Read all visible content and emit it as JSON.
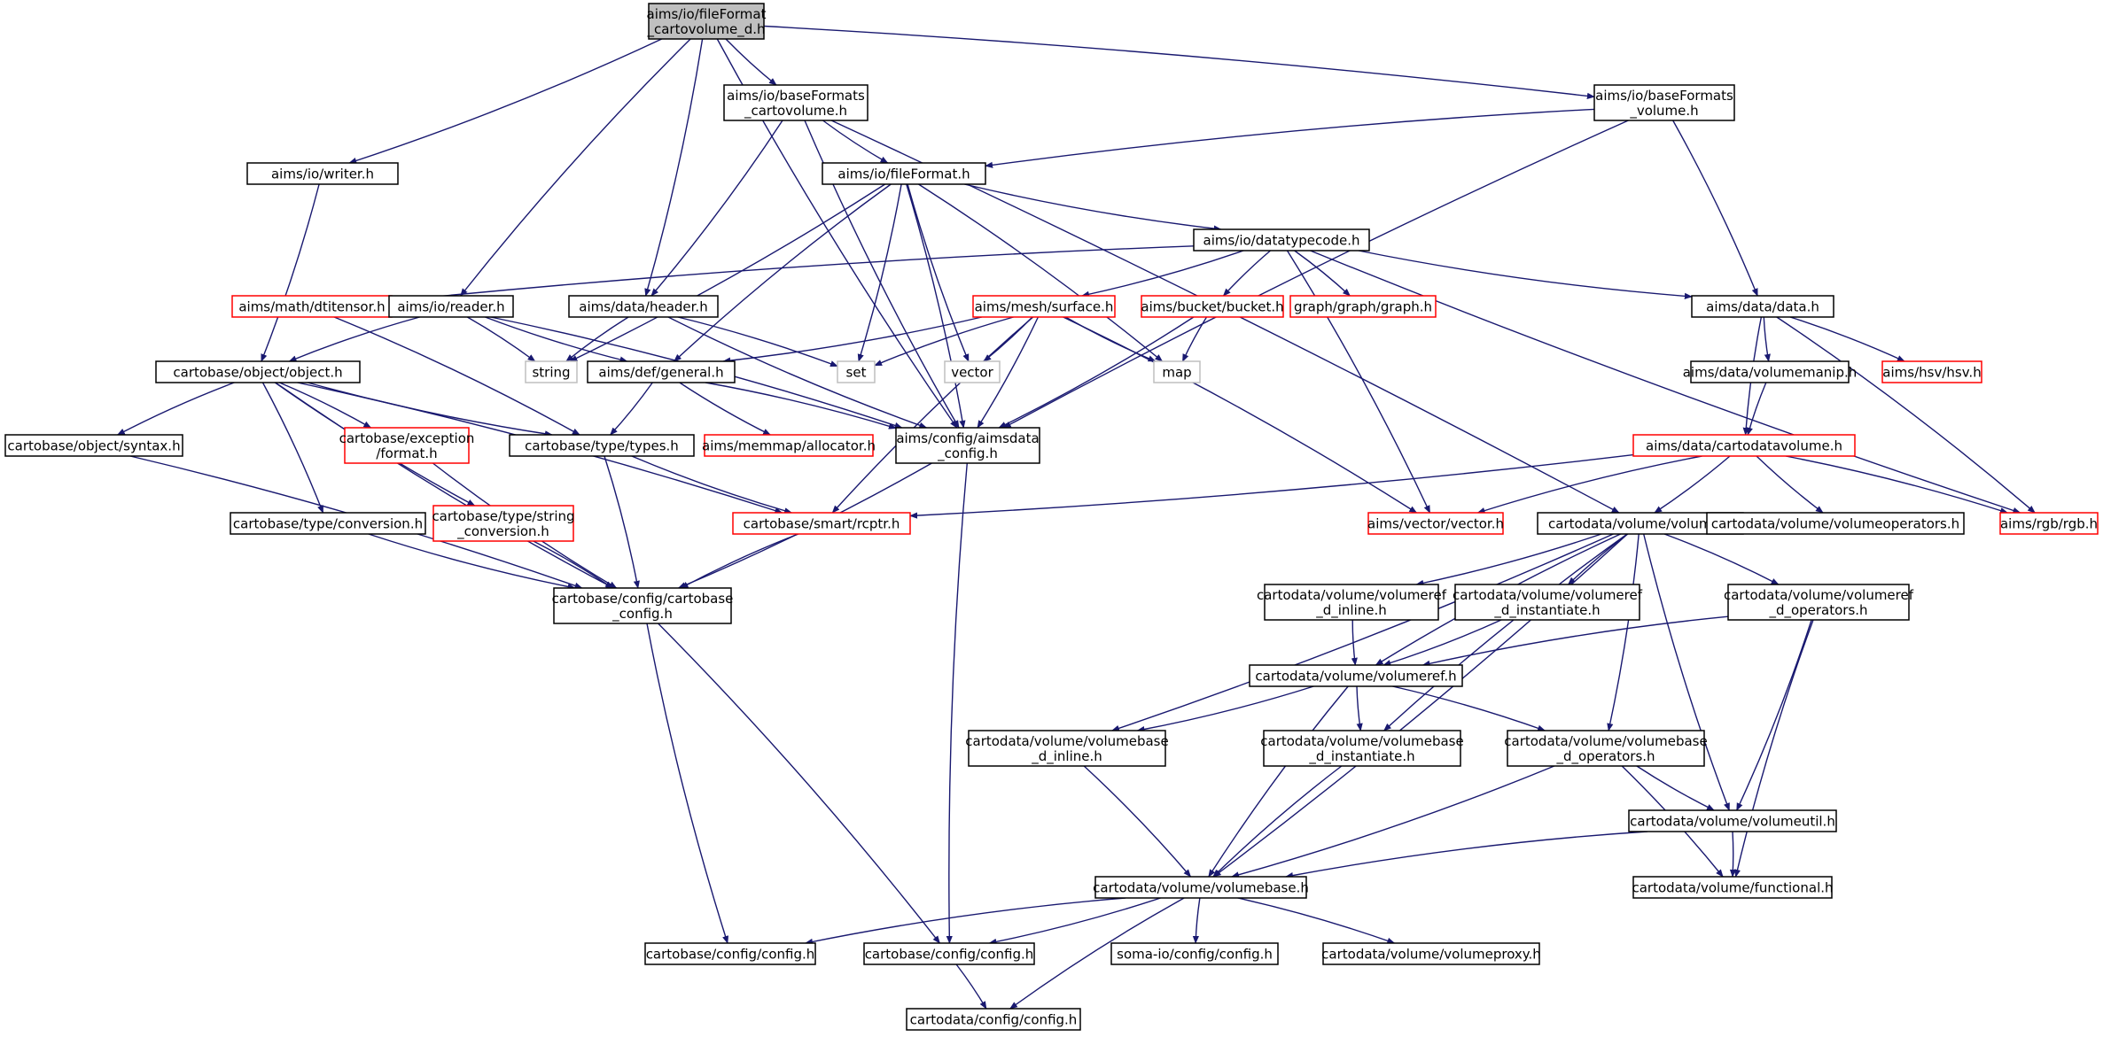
{
  "colors": {
    "edge": "#191970",
    "normal_border": "#000000",
    "missing_border": "#ff0000",
    "external_border": "#bfbfbf",
    "root_fill": "#bfbfbf",
    "node_fill": "#ffffff"
  },
  "nodes": [
    {
      "id": "root",
      "lines": [
        "aims/io/fileFormat",
        "_cartovolume_d.h"
      ],
      "kind": "root"
    },
    {
      "id": "writer",
      "lines": [
        "aims/io/writer.h"
      ],
      "kind": "normal"
    },
    {
      "id": "bf_carto",
      "lines": [
        "aims/io/baseFormats",
        "_cartovolume.h"
      ],
      "kind": "normal"
    },
    {
      "id": "bf_vol",
      "lines": [
        "aims/io/baseFormats",
        "_volume.h"
      ],
      "kind": "normal"
    },
    {
      "id": "fileformat",
      "lines": [
        "aims/io/fileFormat.h"
      ],
      "kind": "normal"
    },
    {
      "id": "datatypecode",
      "lines": [
        "aims/io/datatypecode.h"
      ],
      "kind": "normal"
    },
    {
      "id": "dtitensor",
      "lines": [
        "aims/math/dtitensor.h"
      ],
      "kind": "missing"
    },
    {
      "id": "reader",
      "lines": [
        "aims/io/reader.h"
      ],
      "kind": "normal"
    },
    {
      "id": "header",
      "lines": [
        "aims/data/header.h"
      ],
      "kind": "normal"
    },
    {
      "id": "surface",
      "lines": [
        "aims/mesh/surface.h"
      ],
      "kind": "missing"
    },
    {
      "id": "bucket",
      "lines": [
        "aims/bucket/bucket.h"
      ],
      "kind": "missing"
    },
    {
      "id": "graph",
      "lines": [
        "graph/graph/graph.h"
      ],
      "kind": "missing"
    },
    {
      "id": "datah",
      "lines": [
        "aims/data/data.h"
      ],
      "kind": "normal"
    },
    {
      "id": "object",
      "lines": [
        "cartobase/object/object.h"
      ],
      "kind": "normal"
    },
    {
      "id": "string",
      "lines": [
        "string"
      ],
      "kind": "external"
    },
    {
      "id": "general",
      "lines": [
        "aims/def/general.h"
      ],
      "kind": "normal"
    },
    {
      "id": "set",
      "lines": [
        "set"
      ],
      "kind": "external"
    },
    {
      "id": "vector",
      "lines": [
        "vector"
      ],
      "kind": "external"
    },
    {
      "id": "map",
      "lines": [
        "map"
      ],
      "kind": "external"
    },
    {
      "id": "volumemanip",
      "lines": [
        "aims/data/volumemanip.h"
      ],
      "kind": "normal"
    },
    {
      "id": "hsv",
      "lines": [
        "aims/hsv/hsv.h"
      ],
      "kind": "missing"
    },
    {
      "id": "syntax",
      "lines": [
        "cartobase/object/syntax.h"
      ],
      "kind": "normal"
    },
    {
      "id": "exception",
      "lines": [
        "cartobase/exception",
        "/format.h"
      ],
      "kind": "missing"
    },
    {
      "id": "types",
      "lines": [
        "cartobase/type/types.h"
      ],
      "kind": "normal"
    },
    {
      "id": "memmap",
      "lines": [
        "aims/memmap/allocator.h"
      ],
      "kind": "missing"
    },
    {
      "id": "aimsdata_config",
      "lines": [
        "aims/config/aimsdata",
        "_config.h"
      ],
      "kind": "normal"
    },
    {
      "id": "cartodatavolume",
      "lines": [
        "aims/data/cartodatavolume.h"
      ],
      "kind": "missing"
    },
    {
      "id": "conversion",
      "lines": [
        "cartobase/type/conversion.h"
      ],
      "kind": "normal"
    },
    {
      "id": "string_conversion",
      "lines": [
        "cartobase/type/string",
        "_conversion.h"
      ],
      "kind": "missing"
    },
    {
      "id": "rcptr",
      "lines": [
        "cartobase/smart/rcptr.h"
      ],
      "kind": "missing"
    },
    {
      "id": "vectorh",
      "lines": [
        "aims/vector/vector.h"
      ],
      "kind": "missing"
    },
    {
      "id": "volume",
      "lines": [
        "cartodata/volume/volume.h"
      ],
      "kind": "normal"
    },
    {
      "id": "volumeoperators",
      "lines": [
        "cartodata/volume/volumeoperators.h"
      ],
      "kind": "normal"
    },
    {
      "id": "rgb",
      "lines": [
        "aims/rgb/rgb.h"
      ],
      "kind": "missing"
    },
    {
      "id": "cartobase_config",
      "lines": [
        "cartobase/config/cartobase",
        "_config.h"
      ],
      "kind": "normal"
    },
    {
      "id": "vr_inline",
      "lines": [
        "cartodata/volume/volumeref",
        "_d_inline.h"
      ],
      "kind": "normal"
    },
    {
      "id": "vr_inst",
      "lines": [
        "cartodata/volume/volumeref",
        "_d_instantiate.h"
      ],
      "kind": "normal"
    },
    {
      "id": "vr_ops",
      "lines": [
        "cartodata/volume/volumeref",
        "_d_operators.h"
      ],
      "kind": "normal"
    },
    {
      "id": "volumeref",
      "lines": [
        "cartodata/volume/volumeref.h"
      ],
      "kind": "normal"
    },
    {
      "id": "vb_inline",
      "lines": [
        "cartodata/volume/volumebase",
        "_d_inline.h"
      ],
      "kind": "normal"
    },
    {
      "id": "vb_inst",
      "lines": [
        "cartodata/volume/volumebase",
        "_d_instantiate.h"
      ],
      "kind": "normal"
    },
    {
      "id": "vb_ops",
      "lines": [
        "cartodata/volume/volumebase",
        "_d_operators.h"
      ],
      "kind": "normal"
    },
    {
      "id": "volumeutil",
      "lines": [
        "cartodata/volume/volumeutil.h"
      ],
      "kind": "normal"
    },
    {
      "id": "volumebase",
      "lines": [
        "cartodata/volume/volumebase.h"
      ],
      "kind": "normal"
    },
    {
      "id": "functional",
      "lines": [
        "cartodata/volume/functional.h"
      ],
      "kind": "normal"
    },
    {
      "id": "config_a",
      "lines": [
        "cartobase/config/config.h"
      ],
      "kind": "normal"
    },
    {
      "id": "config_b",
      "lines": [
        "cartobase/config/config.h"
      ],
      "kind": "normal"
    },
    {
      "id": "soma_config",
      "lines": [
        "soma-io/config/config.h"
      ],
      "kind": "normal"
    },
    {
      "id": "volumeproxy",
      "lines": [
        "cartodata/volume/volumeproxy.h"
      ],
      "kind": "normal"
    },
    {
      "id": "cartodata_config",
      "lines": [
        "cartodata/config/config.h"
      ],
      "kind": "normal"
    }
  ],
  "edges": [
    [
      "root",
      "writer"
    ],
    [
      "root",
      "reader"
    ],
    [
      "root",
      "header"
    ],
    [
      "root",
      "bf_carto"
    ],
    [
      "root",
      "bf_vol"
    ],
    [
      "root",
      "aimsdata_config"
    ],
    [
      "writer",
      "object"
    ],
    [
      "bf_carto",
      "fileformat"
    ],
    [
      "bf_carto",
      "header"
    ],
    [
      "bf_carto",
      "aimsdata_config"
    ],
    [
      "bf_carto",
      "volume"
    ],
    [
      "bf_vol",
      "fileformat"
    ],
    [
      "bf_vol",
      "datah"
    ],
    [
      "bf_vol",
      "aimsdata_config"
    ],
    [
      "fileformat",
      "string"
    ],
    [
      "fileformat",
      "general"
    ],
    [
      "fileformat",
      "set"
    ],
    [
      "fileformat",
      "vector"
    ],
    [
      "fileformat",
      "aimsdata_config"
    ],
    [
      "fileformat",
      "datatypecode"
    ],
    [
      "fileformat",
      "map"
    ],
    [
      "datatypecode",
      "dtitensor"
    ],
    [
      "datatypecode",
      "surface"
    ],
    [
      "datatypecode",
      "bucket"
    ],
    [
      "datatypecode",
      "graph"
    ],
    [
      "datatypecode",
      "datah"
    ],
    [
      "datatypecode",
      "vectorh"
    ],
    [
      "datatypecode",
      "rgb"
    ],
    [
      "dtitensor",
      "types"
    ],
    [
      "reader",
      "object"
    ],
    [
      "reader",
      "string"
    ],
    [
      "reader",
      "general"
    ],
    [
      "reader",
      "aimsdata_config"
    ],
    [
      "header",
      "string"
    ],
    [
      "header",
      "set"
    ],
    [
      "header",
      "aimsdata_config"
    ],
    [
      "surface",
      "general"
    ],
    [
      "surface",
      "set"
    ],
    [
      "surface",
      "vector"
    ],
    [
      "surface",
      "map"
    ],
    [
      "surface",
      "aimsdata_config"
    ],
    [
      "surface",
      "rcptr"
    ],
    [
      "surface",
      "vectorh"
    ],
    [
      "bucket",
      "map"
    ],
    [
      "bucket",
      "aimsdata_config"
    ],
    [
      "datah",
      "volumemanip"
    ],
    [
      "datah",
      "hsv"
    ],
    [
      "datah",
      "cartodatavolume"
    ],
    [
      "datah",
      "rgb"
    ],
    [
      "object",
      "syntax"
    ],
    [
      "object",
      "exception"
    ],
    [
      "object",
      "types"
    ],
    [
      "object",
      "conversion"
    ],
    [
      "object",
      "string_conversion"
    ],
    [
      "object",
      "rcptr"
    ],
    [
      "object",
      "cartobase_config"
    ],
    [
      "general",
      "types"
    ],
    [
      "general",
      "memmap"
    ],
    [
      "general",
      "aimsdata_config"
    ],
    [
      "volumemanip",
      "cartodatavolume"
    ],
    [
      "syntax",
      "cartobase_config"
    ],
    [
      "exception",
      "cartobase_config"
    ],
    [
      "types",
      "cartobase_config"
    ],
    [
      "types",
      "rcptr"
    ],
    [
      "aimsdata_config",
      "cartobase_config"
    ],
    [
      "aimsdata_config",
      "config_b"
    ],
    [
      "cartodatavolume",
      "rcptr"
    ],
    [
      "cartodatavolume",
      "vectorh"
    ],
    [
      "cartodatavolume",
      "volume"
    ],
    [
      "cartodatavolume",
      "volumeoperators"
    ],
    [
      "cartodatavolume",
      "rgb"
    ],
    [
      "conversion",
      "cartobase_config"
    ],
    [
      "string_conversion",
      "cartobase_config"
    ],
    [
      "rcptr",
      "cartobase_config"
    ],
    [
      "volume",
      "vr_inline"
    ],
    [
      "volume",
      "vr_inst"
    ],
    [
      "volume",
      "vr_ops"
    ],
    [
      "volume",
      "volumeref"
    ],
    [
      "volume",
      "vb_inline"
    ],
    [
      "volume",
      "vb_inst"
    ],
    [
      "volume",
      "vb_ops"
    ],
    [
      "volume",
      "volumeutil"
    ],
    [
      "volume",
      "volumebase"
    ],
    [
      "cartobase_config",
      "config_a"
    ],
    [
      "cartobase_config",
      "config_b"
    ],
    [
      "vr_inline",
      "volumeref"
    ],
    [
      "vr_inst",
      "volumeref"
    ],
    [
      "vr_ops",
      "volumeref"
    ],
    [
      "vr_ops",
      "volumeutil"
    ],
    [
      "vr_ops",
      "functional"
    ],
    [
      "volumeref",
      "vb_inline"
    ],
    [
      "volumeref",
      "vb_inst"
    ],
    [
      "volumeref",
      "vb_ops"
    ],
    [
      "volumeref",
      "volumebase"
    ],
    [
      "vb_inline",
      "volumebase"
    ],
    [
      "vb_inst",
      "volumebase"
    ],
    [
      "vb_ops",
      "volumebase"
    ],
    [
      "vb_ops",
      "volumeutil"
    ],
    [
      "vb_ops",
      "functional"
    ],
    [
      "volumeutil",
      "volumebase"
    ],
    [
      "volumeutil",
      "functional"
    ],
    [
      "volumebase",
      "config_a"
    ],
    [
      "volumebase",
      "config_b"
    ],
    [
      "volumebase",
      "soma_config"
    ],
    [
      "volumebase",
      "volumeproxy"
    ],
    [
      "volumebase",
      "cartodata_config"
    ],
    [
      "config_b",
      "cartodata_config"
    ]
  ]
}
